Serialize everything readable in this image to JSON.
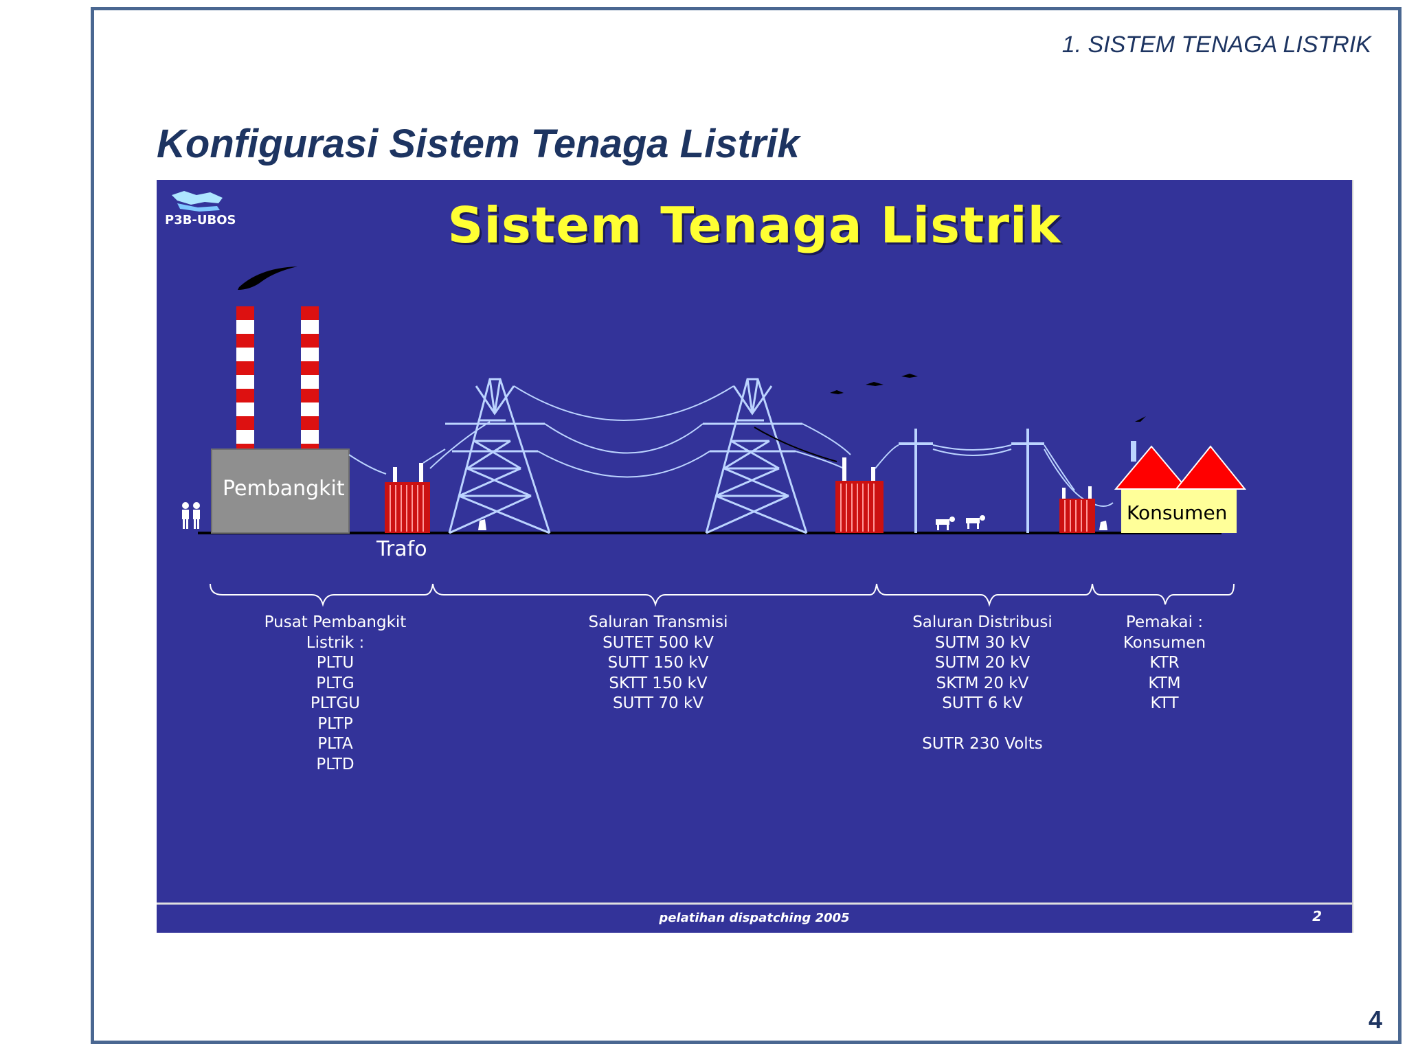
{
  "header": {
    "section": "1. SISTEM TENAGA LISTRIK",
    "title": "Konfigurasi Sistem Tenaga Listrik",
    "page_number": "4"
  },
  "slide": {
    "logo": "P3B-UBOS",
    "title": "Sistem Tenaga Listrik",
    "labels": {
      "generator": "Pembangkit",
      "transformer": "Trafo",
      "consumer": "Konsumen"
    },
    "columns": [
      {
        "lines": [
          "Pusat Pembangkit",
          "Listrik :",
          "PLTU",
          "PLTG",
          "PLTGU",
          "PLTP",
          "PLTA",
          "PLTD"
        ]
      },
      {
        "lines": [
          "Saluran Transmisi",
          "SUTET 500 kV",
          "SUTT 150 kV",
          "SKTT 150 kV",
          "SUTT 70 kV"
        ]
      },
      {
        "lines": [
          "Saluran Distribusi",
          "SUTM 30 kV",
          "SUTM 20 kV",
          "SKTM 20 kV",
          "SUTT 6 kV",
          "",
          "SUTR 230 Volts"
        ]
      },
      {
        "lines": [
          "Pemakai :",
          "Konsumen",
          "KTR",
          "KTM",
          "KTT"
        ]
      }
    ],
    "footer": {
      "text": "pelatihan dispatching 2005",
      "slide_number": "2"
    },
    "colors": {
      "background": "#333399",
      "title": "#ffff33",
      "tower": "#bcd4ff",
      "transformer": "#cc1111",
      "roof": "#ff0000",
      "house": "#ffff99"
    }
  }
}
